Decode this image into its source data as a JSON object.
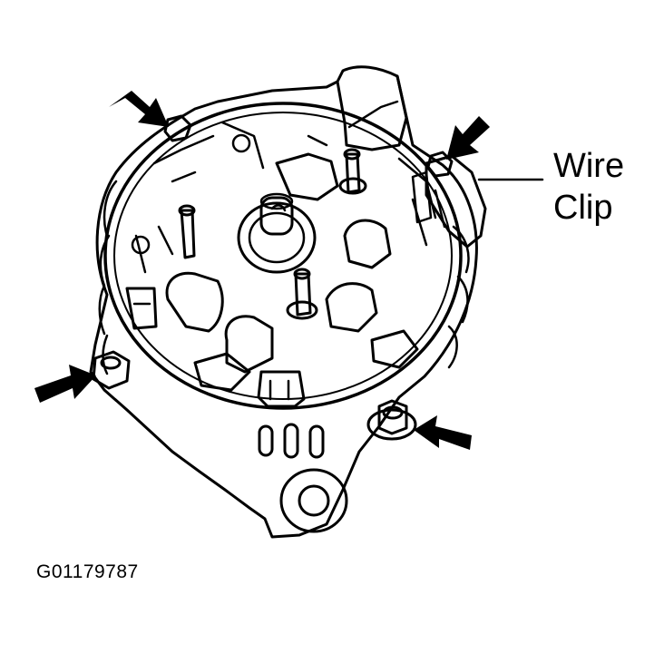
{
  "callout": {
    "line1": "Wire",
    "line2": "Clip"
  },
  "figure_id": "G01179787",
  "colors": {
    "ink": "#000000",
    "paper": "#ffffff"
  },
  "icons": {
    "fastener_arrow": "arrow-icon"
  }
}
